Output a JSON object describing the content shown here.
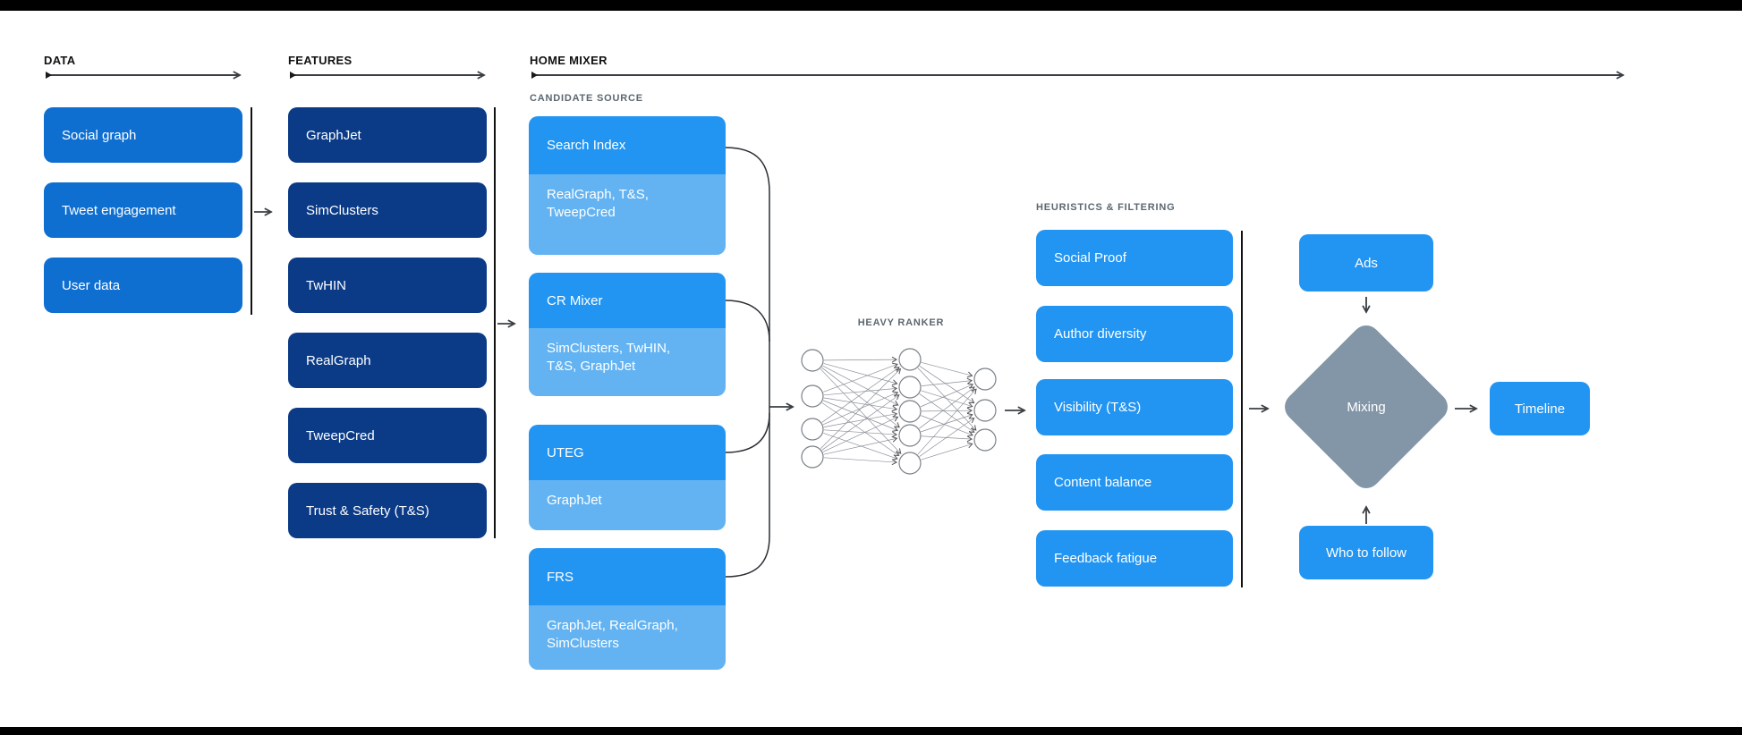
{
  "colors": {
    "data_box": "#0E6FD1",
    "feature_box": "#0B3B87",
    "primary_box": "#2295F2",
    "sub_box": "#63B3F2",
    "diamond": "#8396A7",
    "box_text": "#FFFFFF",
    "header_text": "#111111",
    "subheader_text": "#5B6770",
    "connector": "#3A3F44"
  },
  "sections": {
    "data": {
      "label": "DATA",
      "items": [
        "Social graph",
        "Tweet engagement",
        "User data"
      ]
    },
    "features": {
      "label": "FEATURES",
      "items": [
        "GraphJet",
        "SimClusters",
        "TwHIN",
        "RealGraph",
        "TweepCred",
        "Trust & Safety (T&S)"
      ]
    },
    "home_mixer": {
      "label": "HOME MIXER",
      "candidate_source": {
        "label": "CANDIDATE SOURCE",
        "groups": [
          {
            "name": "Search Index",
            "sources": "RealGraph, T&S,\nTweepCred"
          },
          {
            "name": "CR Mixer",
            "sources": "SimClusters, TwHIN,\nT&S, GraphJet"
          },
          {
            "name": "UTEG",
            "sources": "GraphJet"
          },
          {
            "name": "FRS",
            "sources": "GraphJet, RealGraph,\nSimClusters"
          }
        ]
      },
      "heavy_ranker": {
        "label": "HEAVY RANKER",
        "layers": [
          4,
          5,
          3
        ]
      },
      "heuristics": {
        "label": "HEURISTICS & FILTERING",
        "items": [
          "Social Proof",
          "Author diversity",
          "Visibility (T&S)",
          "Content balance",
          "Feedback fatigue"
        ]
      },
      "mixing": {
        "ads": "Ads",
        "diamond": "Mixing",
        "who_to_follow": "Who to follow",
        "timeline": "Timeline"
      }
    }
  }
}
